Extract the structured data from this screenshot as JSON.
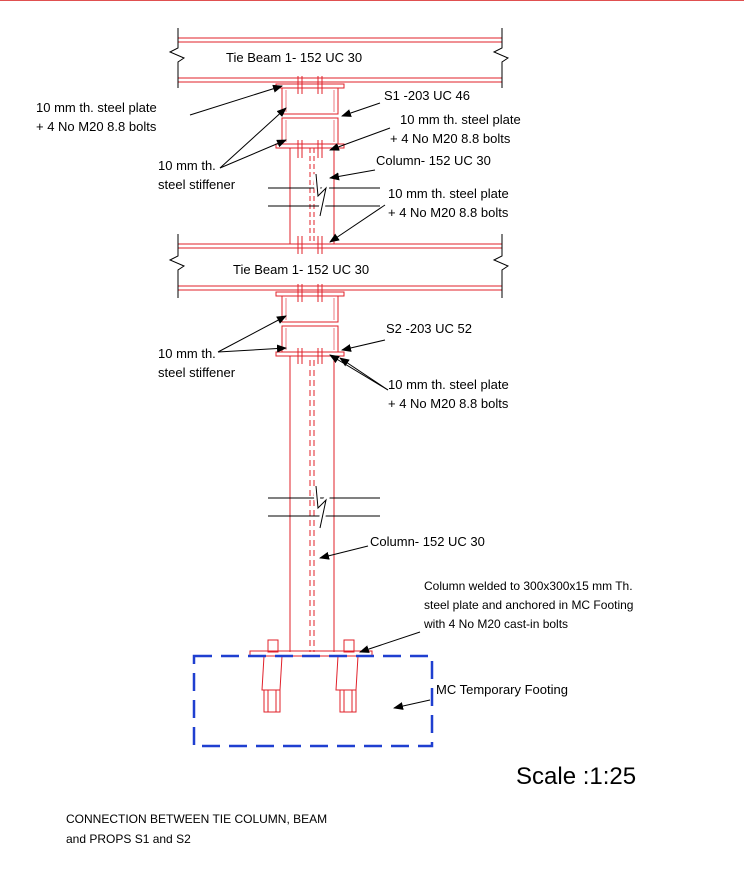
{
  "labels": {
    "tie_beam_top": "Tie Beam 1- 152 UC 30",
    "tie_beam_mid": "Tie Beam 1- 152 UC 30",
    "plate_left_1": "10 mm th. steel plate",
    "plate_left_2": "+ 4 No M20 8.8 bolts",
    "s1": "S1 -203 UC 46",
    "plate_r1_1": "10 mm th. steel plate",
    "plate_r1_2": "+ 4 No M20 8.8 bolts",
    "stiff1_1": "10 mm th.",
    "stiff1_2": "steel stiffener",
    "column_top": "Column- 152 UC 30",
    "plate_r2_1": "10 mm th. steel plate",
    "plate_r2_2": "+ 4 No M20 8.8 bolts",
    "s2": "S2 -203 UC 52",
    "stiff2_1": "10 mm th.",
    "stiff2_2": "steel stiffener",
    "plate_r3_1": "10 mm th. steel plate",
    "plate_r3_2": "+ 4 No M20 8.8 bolts",
    "column_bottom": "Column- 152 UC 30",
    "footing_note_1": "Column welded to 300x300x15 mm Th.",
    "footing_note_2": "steel plate and anchored in MC Footing",
    "footing_note_3": "with 4 No M20 cast-in bolts",
    "footing": "MC Temporary Footing",
    "scale": "Scale :1:25",
    "caption_1": "CONNECTION BETWEEN  TIE COLUMN, BEAM",
    "caption_2": "and PROPS S1 and S2"
  },
  "colors": {
    "steel": "#e0202a",
    "footing": "#1f3fd0",
    "text": "#000000"
  }
}
